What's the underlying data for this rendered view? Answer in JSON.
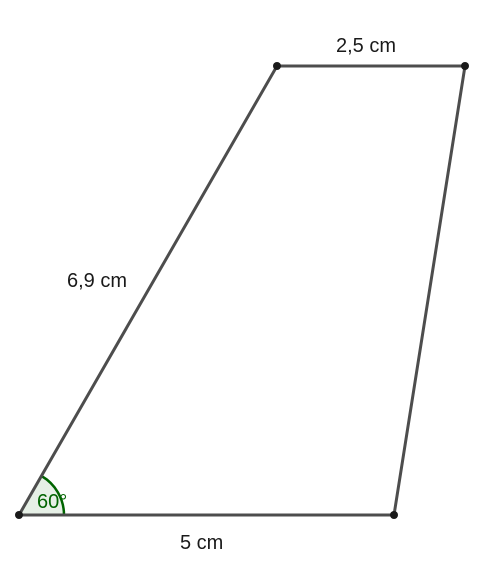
{
  "figure": {
    "shape": "trapezoid",
    "top_side_label": "2,5 cm",
    "left_side_label": "6,9 cm",
    "bottom_side_label": "5 cm",
    "angle_label": "60°",
    "angle_color": "#006400",
    "edge_color": "#4d4d4d"
  }
}
